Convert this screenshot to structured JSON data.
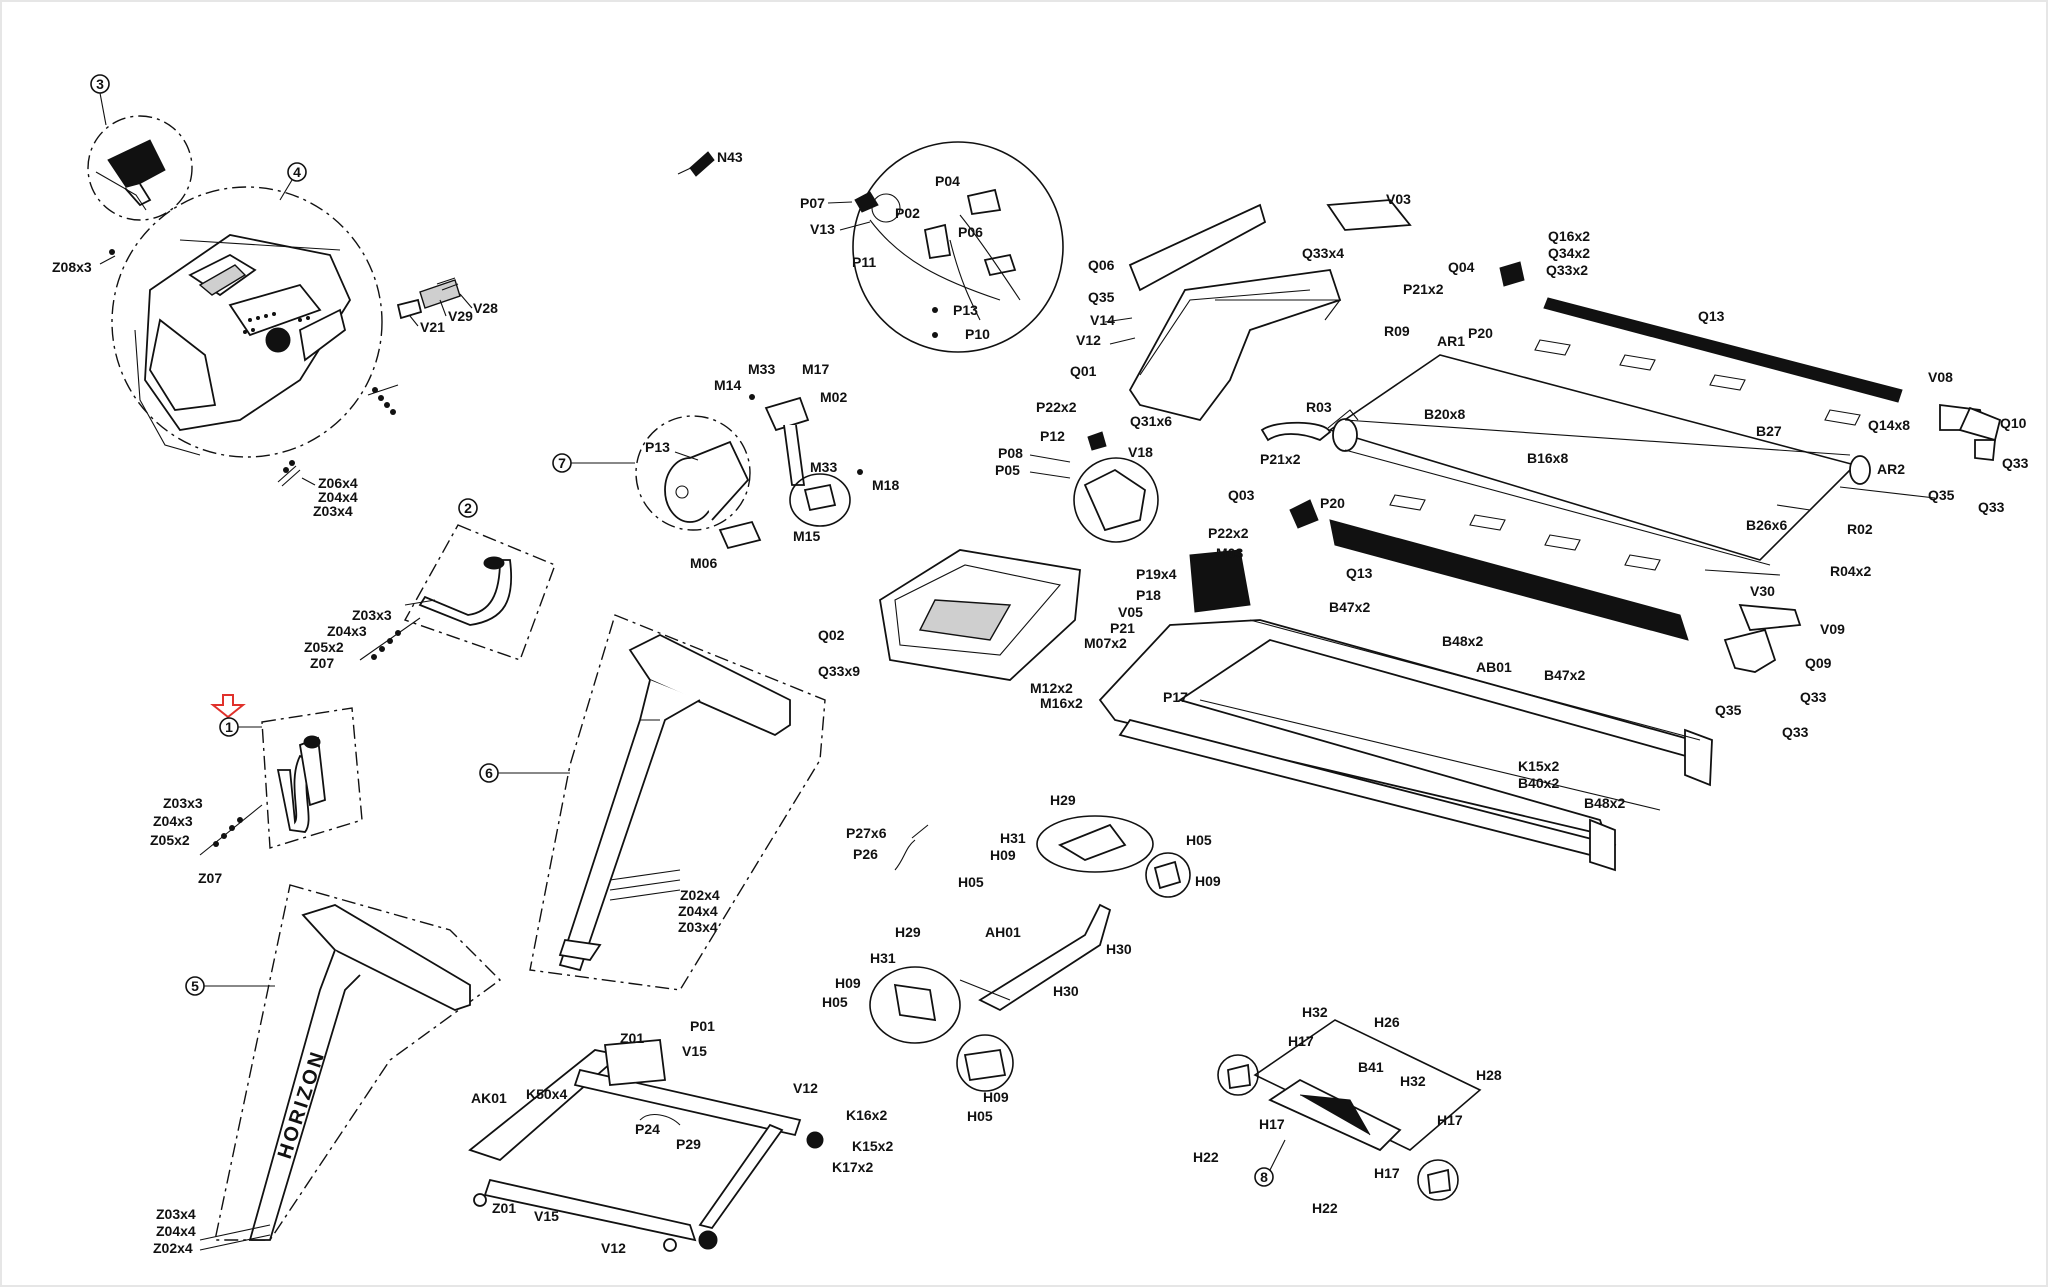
{
  "assemblies": {
    "1": "1",
    "2": "2",
    "3": "3",
    "4": "4",
    "5": "5",
    "6": "6",
    "7": "7",
    "8": "8"
  },
  "brand": "HORIZON",
  "indicator_color": "#e0312b",
  "labels": {
    "a_z08x3": "Z08x3",
    "a_z06x4": "Z06x4",
    "a_z04x4": "Z04x4",
    "a_z03x4": "Z03x4",
    "a_v21": "V21",
    "a_v29": "V29",
    "a_v28": "V28",
    "a_n43": "N43",
    "e_p07": "P07",
    "e_v13": "V13",
    "e_p11": "P11",
    "e_p04": "P04",
    "e_p02": "P02",
    "e_p06": "P06",
    "e_p13": "P13",
    "e_p10": "P10",
    "m_m33": "M33",
    "m_m17": "M17",
    "m_m14": "M14",
    "m_m02": "M02",
    "m_m33b": "M33",
    "m_m18": "M18",
    "m_m15": "M15",
    "m_p13": "P13",
    "m_m06": "M06",
    "h_z03x3": "Z03x3",
    "h_z04x3": "Z04x3",
    "h_z05x2": "Z05x2",
    "h_z07": "Z07",
    "l_z03x3": "Z03x3",
    "l_z04x3": "Z04x3",
    "l_z05x2": "Z05x2",
    "l_z07": "Z07",
    "u_z02x4": "Z02x4",
    "u_z04x4": "Z04x4",
    "u_z03x4": "Z03x4",
    "b_z03x4": "Z03x4",
    "b_z04x4": "Z04x4",
    "b_z02x4": "Z02x4",
    "hood_q06": "Q06",
    "hood_q35": "Q35",
    "hood_v14": "V14",
    "hood_v12": "V12",
    "hood_q01": "Q01",
    "hood_q31x6": "Q31x6",
    "hood_q33x4": "Q33x4",
    "hood_v03": "V03",
    "c_p22x2": "P22x2",
    "c_p12": "P12",
    "c_v18": "V18",
    "c_p08": "P08",
    "c_p05": "P05",
    "r_q16x2": "Q16x2",
    "r_q34x2": "Q34x2",
    "r_q33x2": "Q33x2",
    "r_q04": "Q04",
    "r_p21x2": "P21x2",
    "r_r09": "R09",
    "r_ar1": "AR1",
    "r_p20": "P20",
    "r_q13": "Q13",
    "r_r03": "R03",
    "r_b20x8": "B20x8",
    "r_b16x8": "B16x8",
    "r_b27": "B27",
    "r_p21x2b": "P21x2",
    "r_p20b": "P20",
    "r_q03": "Q03",
    "r_q14x8": "Q14x8",
    "r_v08": "V08",
    "r_q10": "Q10",
    "r_q33": "Q33",
    "r_q35": "Q35",
    "r_q33b": "Q33",
    "r_ar2": "AR2",
    "r_b26x6": "B26x6",
    "r_r02": "R02",
    "r_r04x2": "R04x2",
    "r_v30": "V30",
    "r_v09": "V09",
    "r_q13b": "Q13",
    "f_q02": "Q02",
    "f_q33x9": "Q33x9",
    "f_p22x2": "P22x2",
    "f_m03": "M03",
    "f_p19x4": "P19x4",
    "f_p18": "P18",
    "f_v05": "V05",
    "f_p21": "P21",
    "f_m07x2": "M07x2",
    "f_m12x2": "M12x2",
    "f_m16x2": "M16x2",
    "f_p17": "P17",
    "f_b47x2": "B47x2",
    "f_b48x2": "B48x2",
    "f_ab01": "AB01",
    "f_b47x2b": "B47x2",
    "f_q09": "Q09",
    "f_q33": "Q33",
    "f_q35": "Q35",
    "f_q33b": "Q33",
    "f_k15x2": "K15x2",
    "f_b40x2": "B40x2",
    "f_b48x2b": "B48x2",
    "i_p27x6": "P27x6",
    "i_p26": "P26",
    "i_h29": "H29",
    "i_h31": "H31",
    "i_h09": "H09",
    "i_h05": "H05",
    "i_h05b": "H05",
    "i_h09b": "H09",
    "i_h29b": "H29",
    "i_ah01": "AH01",
    "i_h30": "H30",
    "i_h31b": "H31",
    "i_h30b": "H30",
    "i_h09c": "H09",
    "i_h05c": "H05",
    "i_h09d": "H09",
    "i_h05d": "H05",
    "k_h32": "H32",
    "k_h26": "H26",
    "k_h17": "H17",
    "k_b41": "B41",
    "k_h28": "H28",
    "k_h32b": "H32",
    "k_h17b": "H17",
    "k_h17c": "H17",
    "k_h22": "H22",
    "k_h17d": "H17",
    "k_h22b": "H22",
    "bs_p01": "P01",
    "bs_z01": "Z01",
    "bs_v15": "V15",
    "bs_ak01": "AK01",
    "bs_k50x4": "K50x4",
    "bs_v12": "V12",
    "bs_p24": "P24",
    "bs_p29": "P29",
    "bs_k16x2": "K16x2",
    "bs_k15x2": "K15x2",
    "bs_k17x2": "K17x2",
    "bs_z01b": "Z01",
    "bs_v15b": "V15",
    "bs_v12b": "V12"
  }
}
